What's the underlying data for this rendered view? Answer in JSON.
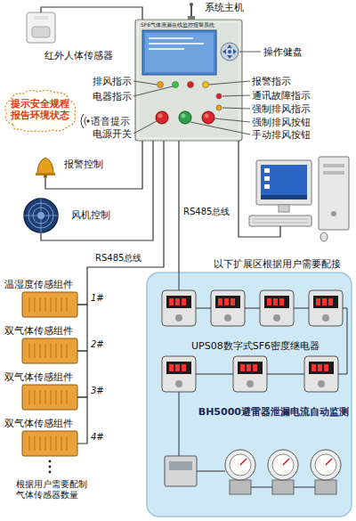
{
  "diagram": {
    "nodes": [
      {
        "text": [
          "系统主机",
          "SF6气体泄漏在线监控报警系统"
        ]
      },
      {
        "text": [
          "红外人体传感器"
        ]
      },
      {
        "text": [
          "提示安全规程 报告环境状态"
        ]
      },
      {
        "text": [
          "报警控制"
        ]
      },
      {
        "text": [
          "风机控制"
        ]
      },
      {
        "text": [
          "温湿度传感组件"
        ]
      },
      {
        "text": [
          "双气体传感组件"
        ]
      },
      {
        "text": [
          "双气体传感组件"
        ]
      },
      {
        "text": [
          "双气体传感组件"
        ]
      },
      {
        "text": [
          "以下扩展区根据用户需要配接",
          "UPS08数字式SF6密度继电器",
          "BH5000避雷器泄漏电流自动监测"
        ]
      }
    ],
    "edges": [
      {
        "from": 0,
        "to": 1,
        "arrow": "none"
      },
      {
        "from": 0,
        "to": 3,
        "arrow": "none"
      },
      {
        "from": 0,
        "to": 4,
        "arrow": "none"
      },
      {
        "from": 0,
        "to": 5,
        "label": "RS485总线",
        "arrow": "none"
      },
      {
        "from": 5,
        "to": 6,
        "arrow": "none"
      },
      {
        "from": 6,
        "to": 7,
        "arrow": "none"
      },
      {
        "from": 7,
        "to": 8,
        "arrow": "none"
      },
      {
        "from": 0,
        "to": 9,
        "arrow": "none"
      }
    ],
    "labels": [
      "操作健盘",
      "排风指示",
      "电器指示",
      "语音提示",
      "电源开关",
      "报警指示",
      "通讯故障指示",
      "强制排风指示",
      "强制排风按钮",
      "手动排风按钮",
      "RS485总线",
      "1#",
      "2#",
      "3#",
      "4#",
      "根据用户需要配制 气体传感器数量"
    ]
  }
}
